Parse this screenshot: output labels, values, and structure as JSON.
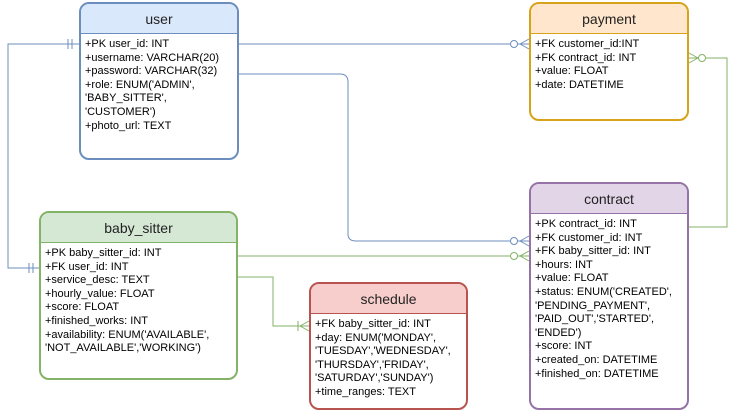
{
  "entities": {
    "user": {
      "title": "user",
      "fields": [
        "+PK user_id: INT",
        "+username: VARCHAR(20)",
        "+password: VARCHAR(32)",
        "+role: ENUM('ADMIN',",
        "'BABY_SITTER',",
        "'CUSTOMER')",
        "+photo_url: TEXT"
      ]
    },
    "payment": {
      "title": "payment",
      "fields": [
        "+FK customer_id:INT",
        "+FK contract_id: INT",
        "+value: FLOAT",
        "+date: DATETIME"
      ]
    },
    "contract": {
      "title": "contract",
      "fields": [
        "+PK contract_id: INT",
        "+FK customer_id: INT",
        "+FK baby_sitter_id: INT",
        "+hours: INT",
        "+value: FLOAT",
        "+status: ENUM('CREATED',",
        "'PENDING_PAYMENT',",
        "'PAID_OUT','STARTED',",
        "'ENDED')",
        "+score: INT",
        "+created_on: DATETIME",
        "+finished_on: DATETIME"
      ]
    },
    "baby_sitter": {
      "title": "baby_sitter",
      "fields": [
        "+PK baby_sitter_id: INT",
        "+FK user_id: INT",
        "+service_desc: TEXT",
        "+hourly_value: FLOAT",
        "+score: FLOAT",
        "+finished_works: INT",
        "+availability: ENUM('AVAILABLE',",
        "'NOT_AVAILABLE','WORKING')"
      ]
    },
    "schedule": {
      "title": "schedule",
      "fields": [
        "+FK baby_sitter_id: INT",
        "+day: ENUM('MONDAY',",
        "'TUESDAY','WEDNESDAY',",
        "'THURSDAY','FRIDAY',",
        "'SATURDAY','SUNDAY')",
        "+time_ranges: TEXT"
      ]
    }
  },
  "colors": {
    "blue_stroke": "#6c8ebf",
    "orange_stroke": "#d6a31a",
    "purple_stroke": "#9673a6",
    "green_stroke": "#82b366",
    "red_stroke": "#b85450"
  }
}
